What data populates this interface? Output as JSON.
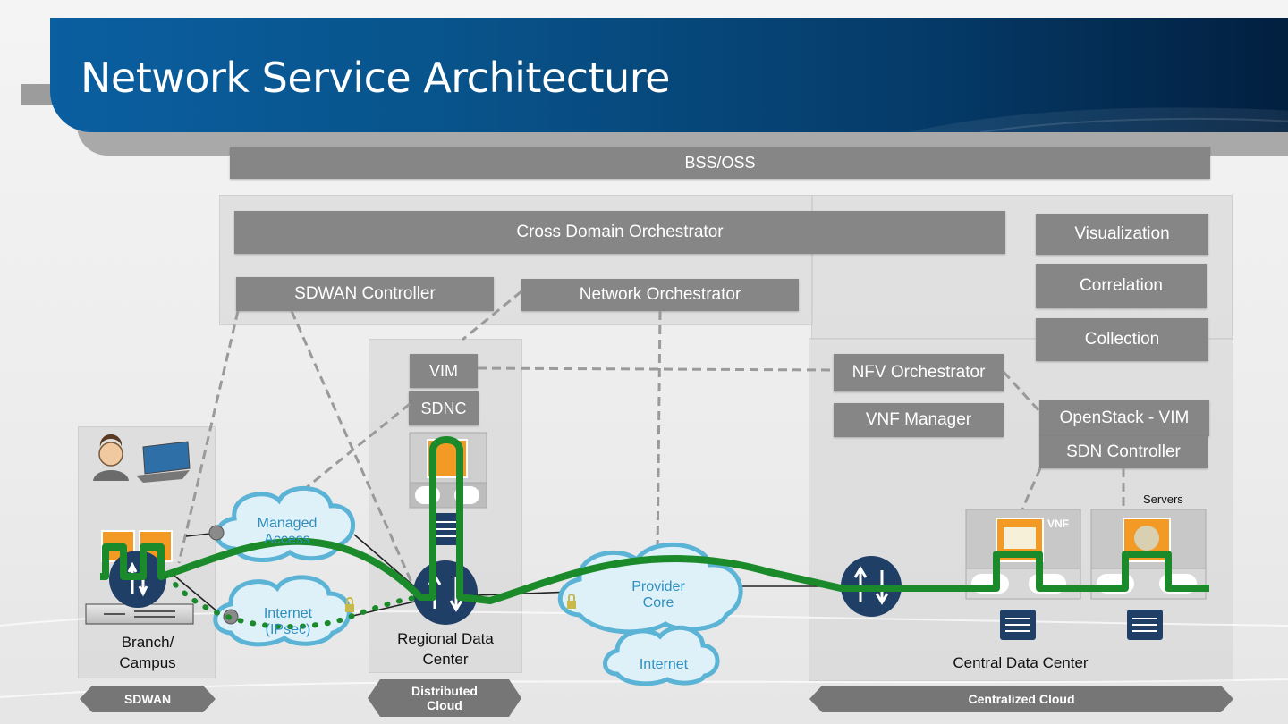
{
  "title": "Network Service Architecture",
  "bss_oss": "BSS/OSS",
  "orchestration": {
    "cross_domain": "Cross Domain Orchestrator",
    "sdwan_controller": "SDWAN Controller",
    "network_orchestrator": "Network Orchestrator",
    "visualization": "Visualization",
    "correlation": "Correlation",
    "collection": "Collection"
  },
  "regional": {
    "vim": "VIM",
    "sdnc": "SDNC",
    "label_line1": "Regional Data",
    "label_line2": "Center"
  },
  "central": {
    "nfv_orchestrator": "NFV Orchestrator",
    "vnf_manager": "VNF Manager",
    "openstack_vim": "OpenStack - VIM",
    "sdn_controller": "SDN Controller",
    "servers": "Servers",
    "vnf": "VNF",
    "label": "Central Data Center"
  },
  "branch": {
    "label_line1": "Branch/",
    "label_line2": "Campus"
  },
  "clouds": {
    "managed_line1": "Managed",
    "managed_line2": "Access",
    "internet_line1": "Internet",
    "internet_line2": "(IPsec)",
    "provider_line1": "Provider",
    "provider_line2": "Core",
    "internet": "Internet"
  },
  "footer": {
    "sdwan": "SDWAN",
    "distributed_line1": "Distributed",
    "distributed_line2": "Cloud",
    "centralized": "Centralized Cloud"
  },
  "colors": {
    "green_path": "#1b8a2b",
    "box_gray": "#868686",
    "router_navy": "#1f3f66",
    "cloud_fill": "#dff1f8",
    "cloud_border": "#5bb3d6",
    "vnf_orange": "#f39a24"
  }
}
